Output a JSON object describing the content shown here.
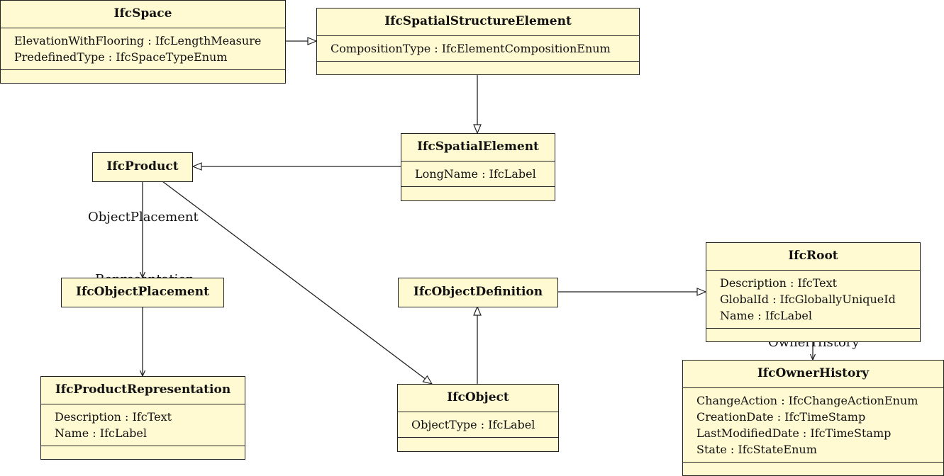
{
  "classes": {
    "space": {
      "name": "IfcSpace",
      "attributes": [
        "ElevationWithFlooring : IfcLengthMeasure",
        "PredefinedType : IfcSpaceTypeEnum"
      ]
    },
    "spatial_structure_element": {
      "name": "IfcSpatialStructureElement",
      "attributes": [
        "CompositionType : IfcElementCompositionEnum"
      ]
    },
    "spatial_element": {
      "name": "IfcSpatialElement",
      "attributes": [
        "LongName : IfcLabel"
      ]
    },
    "product": {
      "name": "IfcProduct"
    },
    "object_placement": {
      "name": "IfcObjectPlacement"
    },
    "product_representation": {
      "name": "IfcProductRepresentation",
      "attributes": [
        "Description : IfcText",
        "Name : IfcLabel"
      ]
    },
    "object_definition": {
      "name": "IfcObjectDefinition"
    },
    "object": {
      "name": "IfcObject",
      "attributes": [
        "ObjectType : IfcLabel"
      ]
    },
    "root": {
      "name": "IfcRoot",
      "attributes": [
        "Description : IfcText",
        "GlobalId : IfcGloballyUniqueId",
        "Name : IfcLabel"
      ]
    },
    "owner_history": {
      "name": "IfcOwnerHistory",
      "attributes": [
        "ChangeAction : IfcChangeActionEnum",
        "CreationDate : IfcTimeStamp",
        "LastModifiedDate : IfcTimeStamp",
        "State : IfcStateEnum"
      ]
    }
  },
  "edge_labels": {
    "object_placement": "ObjectPlacement",
    "representation": "Representation",
    "owner_history": "OwnerHistory"
  }
}
